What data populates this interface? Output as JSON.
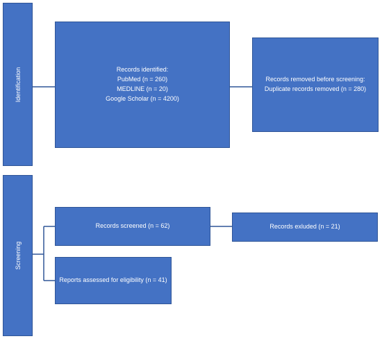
{
  "phases": {
    "identification": "Identification",
    "screening": "Screening"
  },
  "identified": {
    "title": "Records identified:",
    "lines": [
      "PubMed (n = 260)",
      "MEDLINE (n = 20)",
      "Google Scholar (n = 4200)"
    ]
  },
  "removed": {
    "title": "Records removed before screening:",
    "lines": [
      "Duplicate records removed (n = 280)"
    ]
  },
  "screened": "Records screened (n = 62)",
  "excluded": "Records exluded (n = 21)",
  "assessed": "Reports assessed for eligibility (n = 41)",
  "colors": {
    "box_fill": "#4472c4",
    "box_border": "#2f5597",
    "connector": "#2f5597",
    "text": "#ffffff"
  }
}
